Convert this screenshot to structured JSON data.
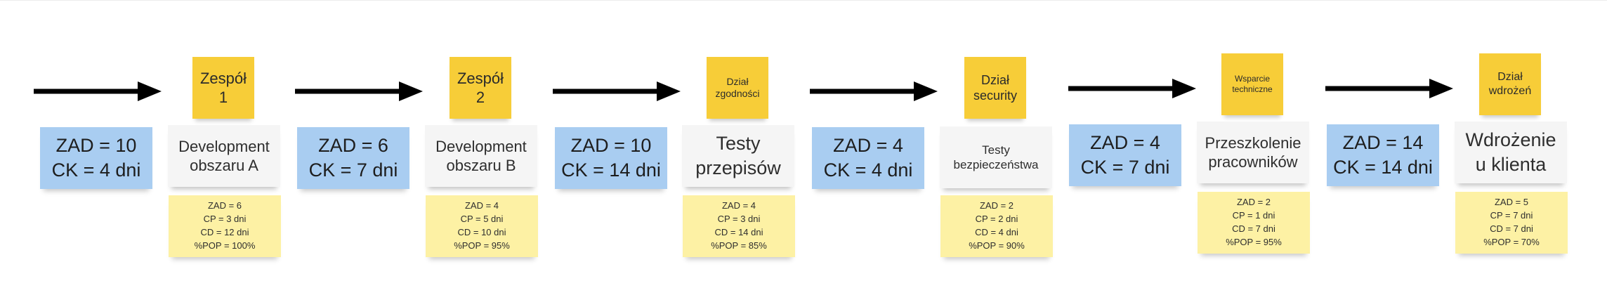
{
  "colors": {
    "team_note": "#f7cd38",
    "queue_note": "#a9cdf1",
    "process_note": "#f5f5f5",
    "metrics_note": "#fdf1a4",
    "arrow": "#000000"
  },
  "queues": [
    {
      "zad": "ZAD = 10",
      "ck": "CK = 4 dni"
    },
    {
      "zad": "ZAD = 6",
      "ck": "CK = 7 dni"
    },
    {
      "zad": "ZAD = 10",
      "ck": "CK = 14 dni"
    },
    {
      "zad": "ZAD = 4",
      "ck": "CK = 4 dni"
    },
    {
      "zad": "ZAD = 4",
      "ck": "CK = 7 dni"
    },
    {
      "zad": "ZAD = 14",
      "ck": "CK = 14 dni"
    }
  ],
  "steps": [
    {
      "team": [
        "Zespół",
        "1"
      ],
      "process": [
        "Development",
        "obszaru A"
      ],
      "metrics": [
        "ZAD = 6",
        "CP = 3 dni",
        "CD = 12 dni",
        "%POP = 100%"
      ]
    },
    {
      "team": [
        "Zespół",
        "2"
      ],
      "process": [
        "Development",
        "obszaru B"
      ],
      "metrics": [
        "ZAD = 4",
        "CP = 5 dni",
        "CD = 10 dni",
        "%POP = 95%"
      ]
    },
    {
      "team": [
        "Dział",
        "zgodności"
      ],
      "process": [
        "Testy",
        "przepisów"
      ],
      "metrics": [
        "ZAD = 4",
        "CP = 3 dni",
        "CD = 14 dni",
        "%POP = 85%"
      ]
    },
    {
      "team": [
        "Dział",
        "security"
      ],
      "process": [
        "Testy",
        "bezpieczeństwa"
      ],
      "metrics": [
        "ZAD = 2",
        "CP = 2 dni",
        "CD = 4 dni",
        "%POP = 90%"
      ]
    },
    {
      "team": [
        "Wsparcie",
        "techniczne"
      ],
      "process": [
        "Przeszkolenie",
        "pracowników"
      ],
      "metrics": [
        "ZAD = 2",
        "CP = 1 dni",
        "CD = 7 dni",
        "%POP = 95%"
      ]
    },
    {
      "team": [
        "Dział",
        "wdrożeń"
      ],
      "process": [
        "Wdrożenie",
        "u klienta"
      ],
      "metrics": [
        "ZAD = 5",
        "CP = 7 dni",
        "CD = 7 dni",
        "%POP = 70%"
      ]
    }
  ]
}
